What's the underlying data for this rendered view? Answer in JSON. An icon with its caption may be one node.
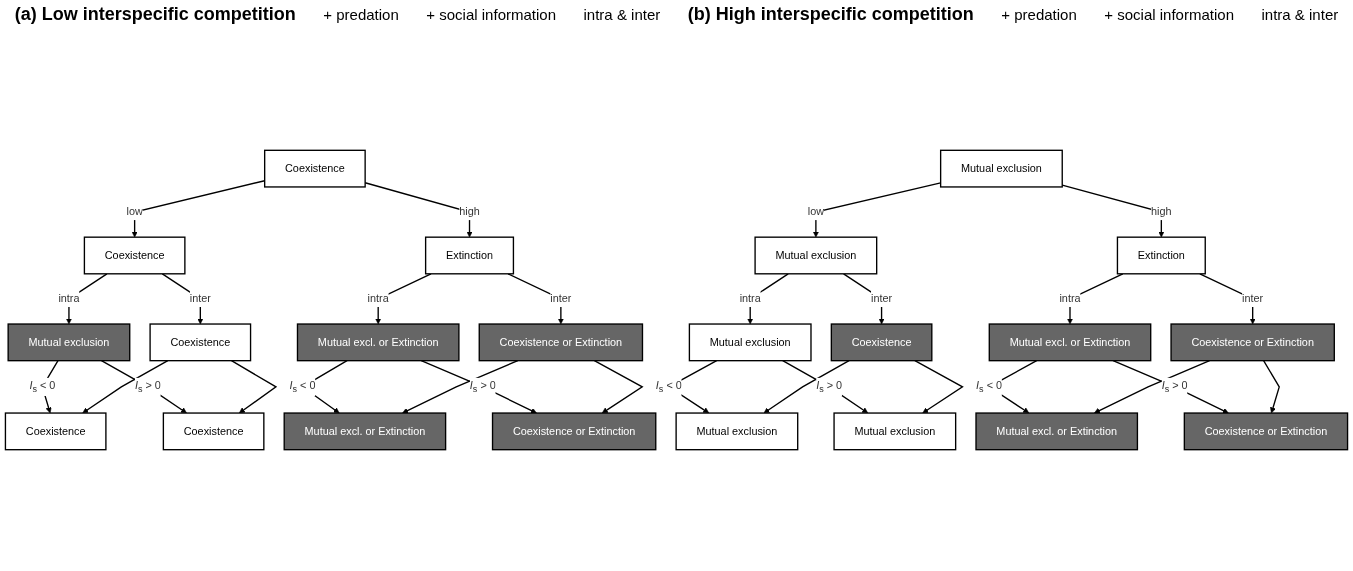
{
  "diagram": {
    "nodes": [
      {
        "text": [
          "Coexistence"
        ]
      },
      {
        "text": [
          "Coexistence"
        ]
      },
      {
        "text": [
          "Extinction"
        ]
      },
      {
        "text": [
          "Mutual exclusion"
        ]
      },
      {
        "text": [
          "Coexistence"
        ]
      },
      {
        "text": [
          "Mutual excl. or Extinction"
        ]
      },
      {
        "text": [
          "Coexistence or Extinction"
        ]
      },
      {
        "text": [
          "Coexistence"
        ]
      },
      {
        "text": [
          "Coexistence"
        ]
      },
      {
        "text": [
          "Mutual excl. or Extinction"
        ]
      },
      {
        "text": [
          "Coexistence or Extinction"
        ]
      },
      {
        "text": [
          "Mutual exclusion"
        ]
      },
      {
        "text": [
          "Mutual exclusion"
        ]
      },
      {
        "text": [
          "Extinction"
        ]
      },
      {
        "text": [
          "Mutual exclusion"
        ]
      },
      {
        "text": [
          "Coexistence"
        ]
      },
      {
        "text": [
          "Mutual excl. or Extinction"
        ]
      },
      {
        "text": [
          "Coexistence or Extinction"
        ]
      },
      {
        "text": [
          "Mutual exclusion"
        ]
      },
      {
        "text": [
          "Mutual exclusion"
        ]
      },
      {
        "text": [
          "Mutual excl. or Extinction"
        ]
      },
      {
        "text": [
          "Coexistence or Extinction"
        ]
      }
    ],
    "edges": [
      {
        "from": 0,
        "to": 1,
        "arrow": "to",
        "label": "low"
      },
      {
        "from": 0,
        "to": 2,
        "arrow": "to",
        "label": "high"
      },
      {
        "from": 1,
        "to": 3,
        "arrow": "to",
        "label": "intra"
      },
      {
        "from": 1,
        "to": 4,
        "arrow": "to",
        "label": "inter"
      },
      {
        "from": 2,
        "to": 5,
        "arrow": "to",
        "label": "intra"
      },
      {
        "from": 2,
        "to": 6,
        "arrow": "to",
        "label": "inter"
      },
      {
        "from": 3,
        "to": 7,
        "arrow": "to",
        "label": "*I*$_{s}$ < 0"
      },
      {
        "from": 4,
        "to": 7,
        "arrow": "to"
      },
      {
        "from": 3,
        "to": 8,
        "arrow": "to",
        "label": "*I*$_{s}$ > 0"
      },
      {
        "from": 4,
        "to": 8,
        "arrow": "to"
      },
      {
        "from": 5,
        "to": 9,
        "arrow": "to",
        "label": "*I*$_{s}$ < 0"
      },
      {
        "from": 6,
        "to": 9,
        "arrow": "to"
      },
      {
        "from": 5,
        "to": 10,
        "arrow": "to",
        "label": "*I*$_{s}$ > 0"
      },
      {
        "from": 6,
        "to": 10,
        "arrow": "to"
      },
      {
        "from": 11,
        "to": 12,
        "arrow": "to",
        "label": "low"
      },
      {
        "from": 11,
        "to": 13,
        "arrow": "to",
        "label": "high"
      },
      {
        "from": 12,
        "to": 14,
        "arrow": "to",
        "label": "intra"
      },
      {
        "from": 12,
        "to": 15,
        "arrow": "to",
        "label": "inter"
      },
      {
        "from": 13,
        "to": 16,
        "arrow": "to",
        "label": "intra"
      },
      {
        "from": 13,
        "to": 17,
        "arrow": "to",
        "label": "inter"
      },
      {
        "from": 14,
        "to": 18,
        "arrow": "to",
        "label": "*I*$_{s}$ < 0"
      },
      {
        "from": 15,
        "to": 18,
        "arrow": "to"
      },
      {
        "from": 14,
        "to": 19,
        "arrow": "to",
        "label": "*I*$_{s}$ > 0"
      },
      {
        "from": 15,
        "to": 19,
        "arrow": "to"
      },
      {
        "from": 16,
        "to": 20,
        "arrow": "to",
        "label": "*I*$_{s}$ < 0"
      },
      {
        "from": 17,
        "to": 20,
        "arrow": "to"
      },
      {
        "from": 16,
        "to": 21,
        "arrow": "to",
        "label": "*I*$_{s}$ > 0"
      },
      {
        "from": 17,
        "to": 21,
        "arrow": "to"
      }
    ],
    "labels": [
      "(a) Low interspecific competition",
      "+ predation",
      "+ social information",
      "intra & inter",
      "(b) High interspecific competition",
      "+ predation",
      "+ social information",
      "intra & inter"
    ]
  }
}
